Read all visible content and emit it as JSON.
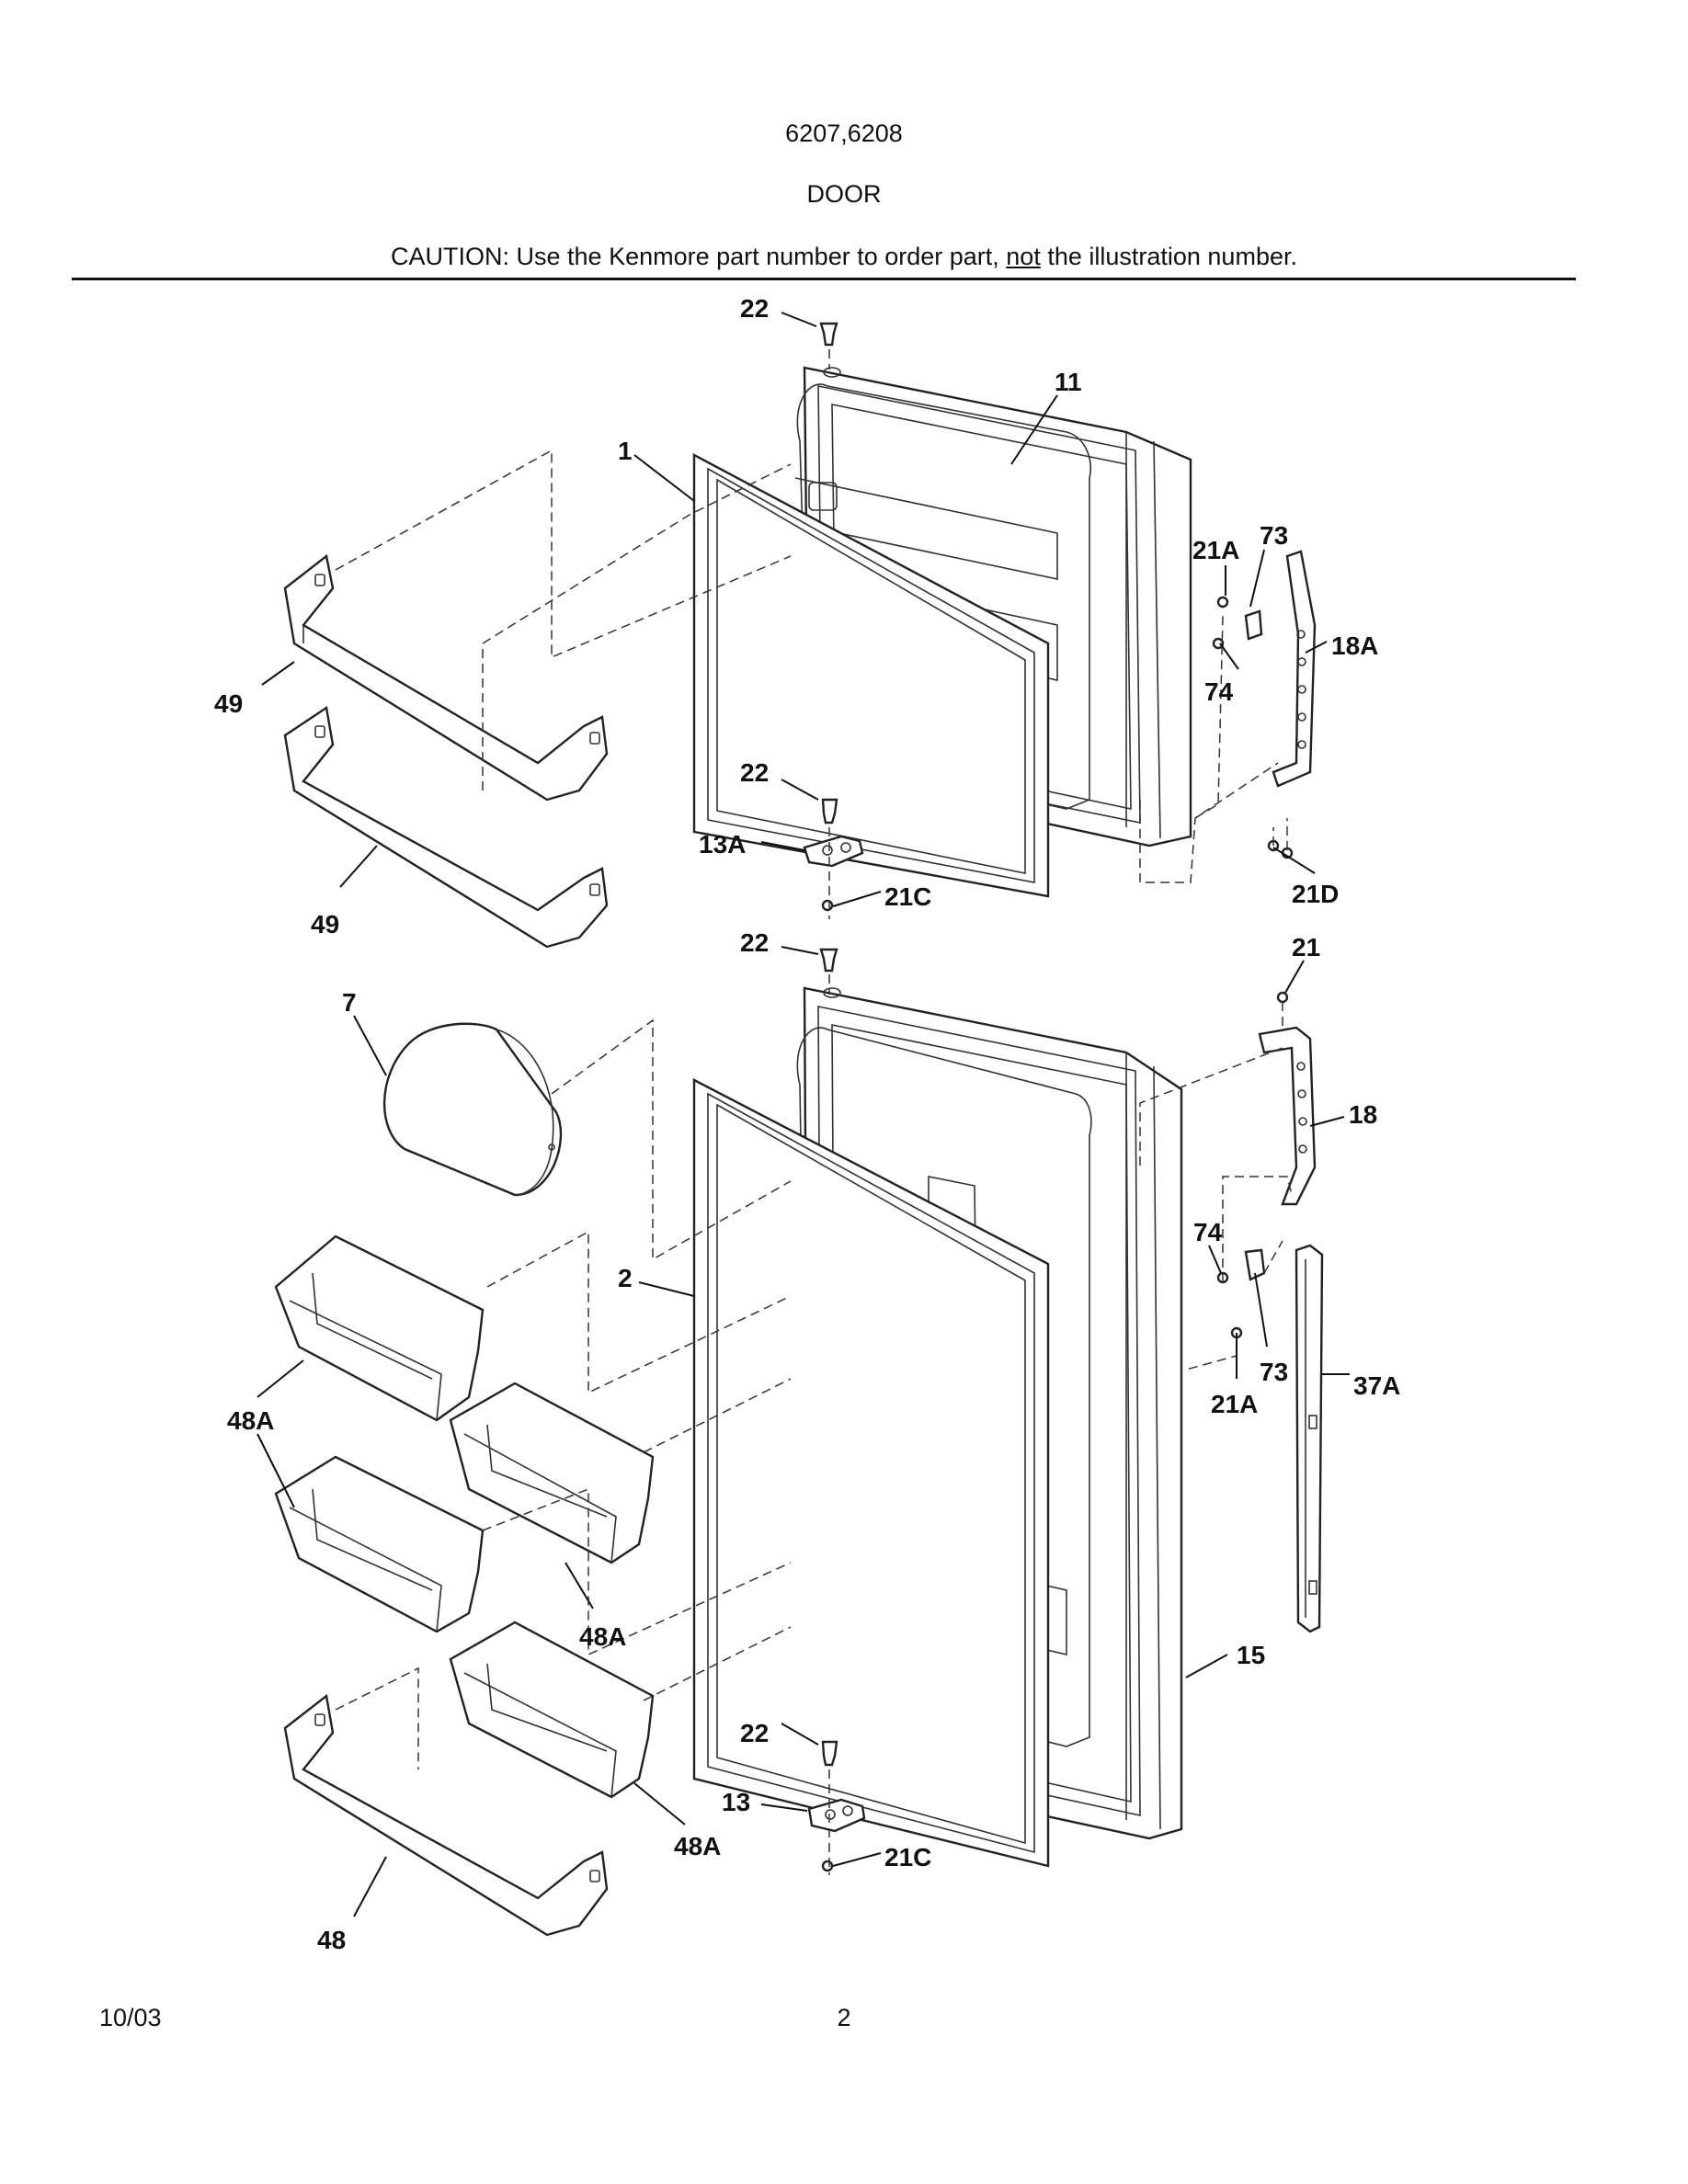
{
  "header": {
    "model": "6207,6208",
    "section": "DOOR",
    "caution_pre": "CAUTION: Use the Kenmore part number to order part, ",
    "caution_emph": "not",
    "caution_post": " the illustration number."
  },
  "callouts": {
    "c22a": "22",
    "c11": "11",
    "c1": "1",
    "c21A_top": "21A",
    "c73_top": "73",
    "c18A": "18A",
    "c74_top": "74",
    "c49_top": "49",
    "c22b": "22",
    "c13A": "13A",
    "c21C_top": "21C",
    "c21D": "21D",
    "c49_bottom": "49",
    "c22c": "22",
    "c21": "21",
    "c7": "7",
    "c18": "18",
    "c74_bottom": "74",
    "c2": "2",
    "c73_bottom": "73",
    "c21A_bottom": "21A",
    "c37A": "37A",
    "c48A_left": "48A",
    "c48A_mid": "48A",
    "c15": "15",
    "c22d": "22",
    "c13": "13",
    "c48A_bottom": "48A",
    "c21C_bottom": "21C",
    "c48": "48"
  },
  "footer": {
    "date": "10/03",
    "page": "2"
  }
}
